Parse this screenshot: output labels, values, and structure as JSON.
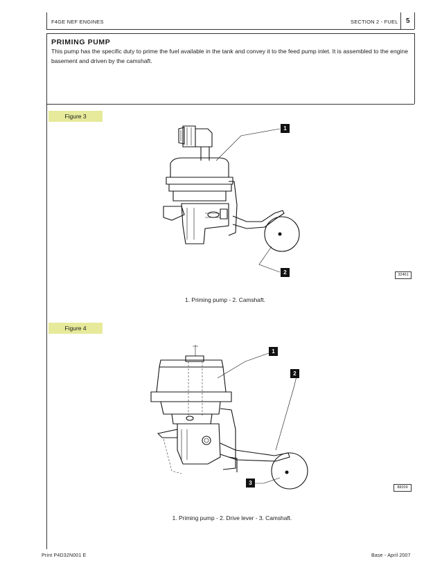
{
  "header": {
    "left": "F4GE NEF ENGINES",
    "section": "SECTION 2 - FUEL",
    "page_number": "5"
  },
  "section": {
    "title": "PRIMING PUMP",
    "body": "This pump has the specific duty to prime the fuel available in the tank and convey it to the feed pump inlet. It is assembled to the engine basement and driven by the camshaft."
  },
  "figure3": {
    "label": "Figure 3",
    "callouts": [
      "1",
      "2"
    ],
    "code": "32461",
    "caption": "1. Priming pump - 2. Camshaft."
  },
  "figure4": {
    "label": "Figure 4",
    "callouts": [
      "1",
      "2",
      "3"
    ],
    "code": "88209",
    "caption": "1. Priming pump - 2. Drive lever - 3. Camshaft."
  },
  "footer": {
    "left": "Print P4D32N001 E",
    "right": "Base - April 2007"
  },
  "colors": {
    "figure_label_bg": "#e6ea9a",
    "callout_bg": "#111111"
  }
}
